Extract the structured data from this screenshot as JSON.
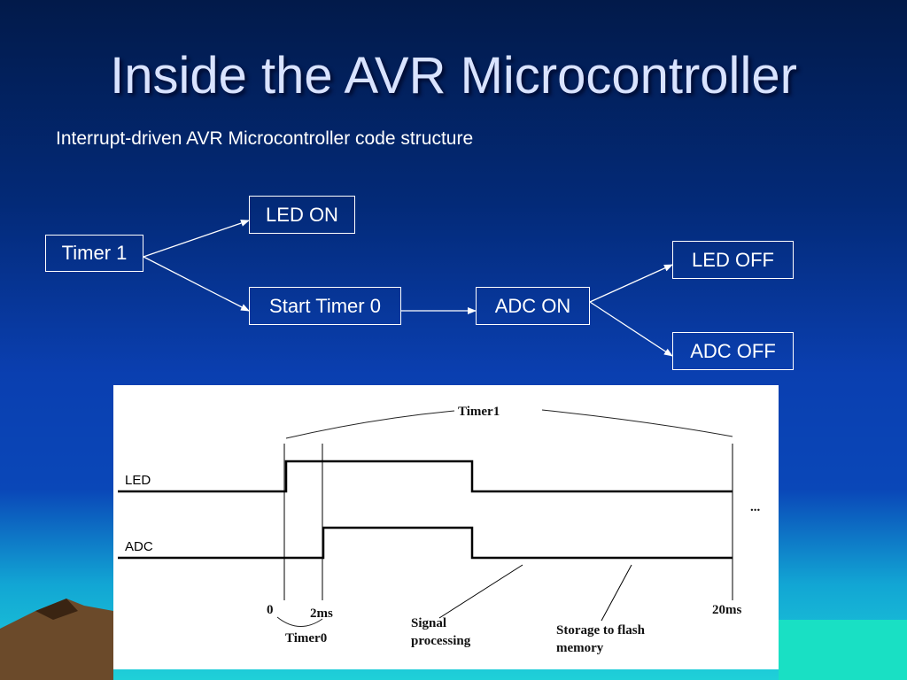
{
  "title": "Inside the AVR Microcontroller",
  "subtitle": "Interrupt-driven AVR Microcontroller code structure",
  "flowchart": {
    "nodes": {
      "timer1": "Timer 1",
      "led_on": "LED ON",
      "start_timer0": "Start Timer 0",
      "adc_on": "ADC ON",
      "led_off": "LED OFF",
      "adc_off": "ADC OFF"
    }
  },
  "timing_diagram": {
    "signals": {
      "led": "LED",
      "adc": "ADC"
    },
    "labels": {
      "timer1": "Timer1",
      "timer0": "Timer0",
      "t0": "0",
      "t2ms": "2ms",
      "t20ms": "20ms",
      "ellipsis": "...",
      "signal_processing_line1": "Signal",
      "signal_processing_line2": "processing",
      "storage_line1": "Storage to flash",
      "storage_line2": "memory"
    }
  },
  "colors": {
    "title_text": "#d9e3ff",
    "node_border": "#ffffff",
    "panel_background": "#ffffff"
  }
}
